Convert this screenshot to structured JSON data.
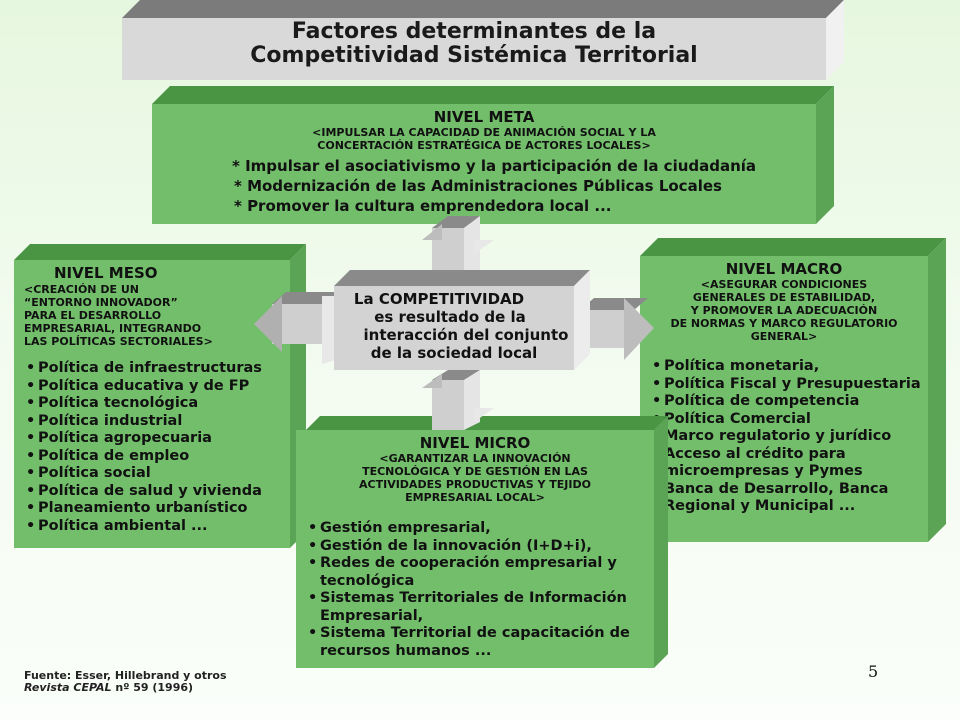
{
  "title": {
    "line1": "Factores determinantes de la",
    "line2": "Competitividad Sistémica Territorial"
  },
  "meta": {
    "heading": "NIVEL META",
    "sub1": "<IMPULSAR LA CAPACIDAD DE ANIMACIÓN SOCIAL Y LA",
    "sub2": "CONCERTACIÓN ESTRATÉGICA DE ACTORES LOCALES>",
    "items": [
      "* Impulsar el asociativismo y la participación de la ciudadanía",
      "* Modernización de las Administraciones Públicas Locales",
      "* Promover la cultura emprendedora local ..."
    ]
  },
  "meso": {
    "heading": "NIVEL MESO",
    "sub": [
      "<CREACIÓN DE UN",
      "“ENTORNO INNOVADOR”",
      "PARA EL DESARROLLO",
      "EMPRESARIAL, INTEGRANDO",
      "LAS POLÍTICAS SECTORIALES>"
    ],
    "items": [
      "Política de infraestructuras",
      "Política educativa y de FP",
      "Política tecnológica",
      "Política industrial",
      "Política agropecuaria",
      "Política de empleo",
      "Política social",
      "Política de salud y vivienda",
      "Planeamiento urbanístico",
      "Política ambiental ..."
    ]
  },
  "macro": {
    "heading": "NIVEL MACRO",
    "sub": [
      "<ASEGURAR CONDICIONES",
      "GENERALES DE ESTABILIDAD,",
      "Y PROMOVER LA ADECUACIÓN",
      "DE NORMAS Y MARCO REGULATORIO",
      "GENERAL>"
    ],
    "items": [
      "Política monetaria,",
      "Política Fiscal y Presupuestaria",
      "Política de competencia",
      "Política Comercial",
      "Marco regulatorio y jurídico",
      "Acceso al crédito para microempresas y Pymes",
      "Banca de Desarrollo, Banca Regional y Municipal ..."
    ]
  },
  "micro": {
    "heading": "NIVEL MICRO",
    "sub": [
      "<GARANTIZAR LA INNOVACIÓN",
      "TECNOLÓGICA Y DE GESTIÓN EN LAS",
      "ACTIVIDADES PRODUCTIVAS Y TEJIDO",
      "EMPRESARIAL LOCAL>"
    ],
    "items": [
      "Gestión empresarial,",
      "Gestión de la innovación (I+D+i),",
      "Redes de cooperación empresarial y tecnológica",
      "Sistemas Territoriales de Información Empresarial,",
      "Sistema Territorial de capacitación de recursos humanos ..."
    ]
  },
  "center": {
    "lines": [
      "La COMPETITIVIDAD",
      "es resultado de la",
      "interacción del conjunto",
      "de la sociedad local"
    ]
  },
  "footer": {
    "source": "Fuente: Esser, Hillebrand y otros",
    "journal": "Revista CEPAL",
    "issue": " nº 59 (1996)"
  },
  "page_number": "5"
}
